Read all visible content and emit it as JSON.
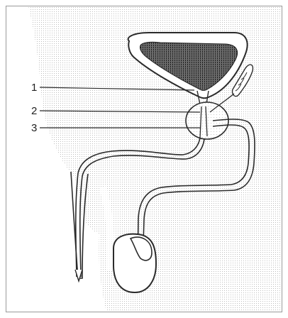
{
  "callouts": [
    {
      "number": "1"
    },
    {
      "number": "2"
    },
    {
      "number": "3"
    }
  ],
  "colors": {
    "ink": "#2a2a2a",
    "stipple": "#cfcfcf",
    "frame": "#888888",
    "background": "#ffffff"
  }
}
